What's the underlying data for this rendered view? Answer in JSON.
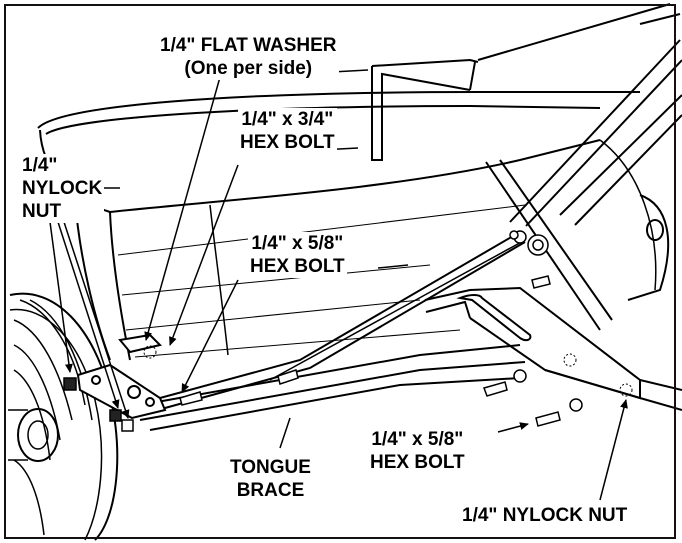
{
  "labels": {
    "flat_washer": {
      "line1": "1/4\" FLAT WASHER",
      "line2": "(One per side)"
    },
    "hex_bolt_34": {
      "line1": "1/4\" x 3/4\"",
      "line2": "HEX BOLT"
    },
    "nylock_nut_left": {
      "line1": "1/4\"",
      "line2": "NYLOCK",
      "line3": "NUT"
    },
    "hex_bolt_58_upper": {
      "line1": "1/4\" x 5/8\"",
      "line2": "HEX BOLT"
    },
    "hex_bolt_58_lower": {
      "line1": "1/4\" x 5/8\"",
      "line2": "HEX BOLT"
    },
    "tongue_brace": {
      "line1": "TONGUE",
      "line2": "BRACE"
    },
    "nylock_nut_right": {
      "line1": "1/4\" NYLOCK NUT"
    }
  }
}
